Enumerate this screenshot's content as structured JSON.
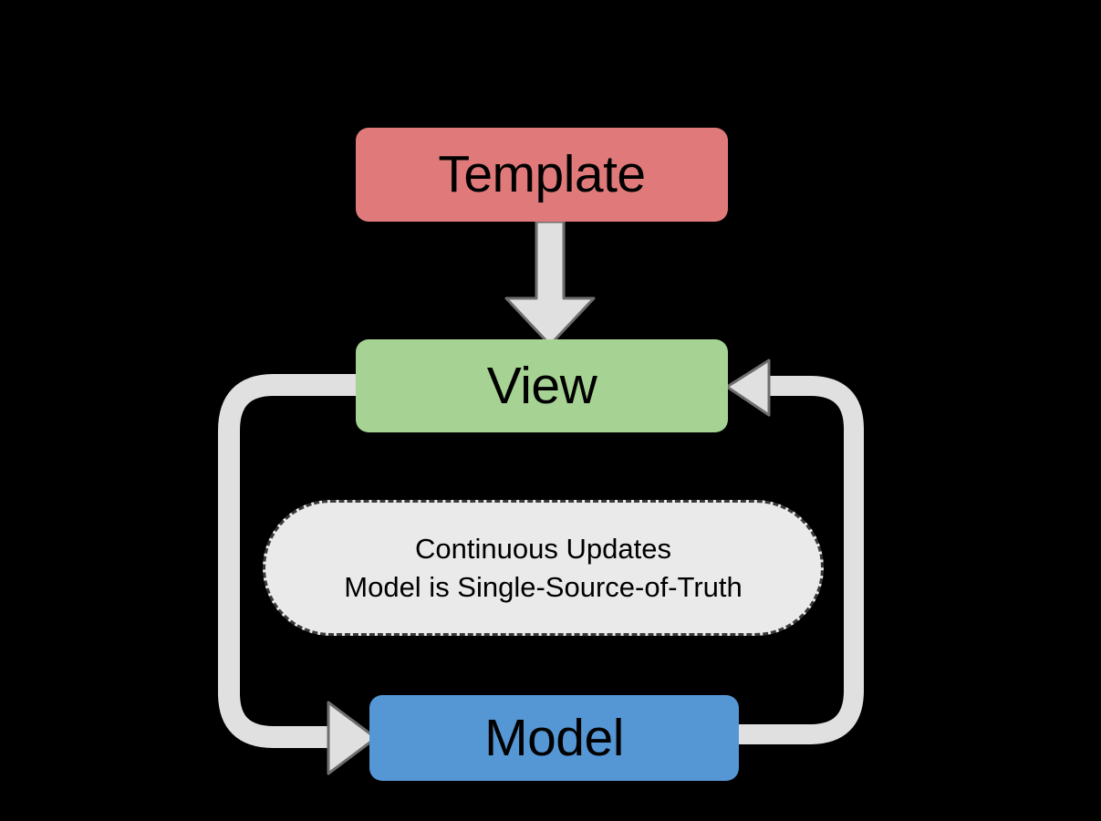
{
  "diagram": {
    "title": "Template / View / Model data binding flow",
    "background_color": "#000000",
    "arrow_color": "#E0E0E0",
    "arrow_stroke_color": "#6E6E6E",
    "nodes": [
      {
        "id": "template",
        "label": "Template",
        "fill": "#E07A7A",
        "text_color": "#000000"
      },
      {
        "id": "view",
        "label": "View",
        "fill": "#A6D393",
        "text_color": "#000000"
      },
      {
        "id": "model",
        "label": "Model",
        "fill": "#5596D5",
        "text_color": "#000000"
      }
    ],
    "note": {
      "fill": "#EAEAEA",
      "border_style": "dashed",
      "lines": [
        "Continuous Updates",
        "Model is Single-Source-of-Truth"
      ]
    },
    "connectors": [
      {
        "id": "template-to-view",
        "from": "template",
        "to": "view",
        "style": "block-arrow-down"
      },
      {
        "id": "view-to-model",
        "from": "view",
        "to": "model",
        "style": "curved-loop-left"
      },
      {
        "id": "model-to-view",
        "from": "model",
        "to": "view",
        "style": "curved-loop-right"
      }
    ]
  }
}
